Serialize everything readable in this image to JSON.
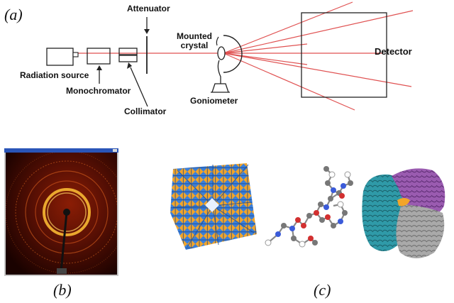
{
  "panels": {
    "a": "(a)",
    "b": "(b)",
    "c": "(c)"
  },
  "labels": {
    "attenuator": "Attenuator",
    "mounted_crystal": "Mounted\ncrystal",
    "detector": "Detector",
    "radiation_source": "Radiation source",
    "monochromator": "Monochromator",
    "collimator": "Collimator",
    "goniometer": "Goniometer"
  },
  "colors": {
    "beam": "#e05252",
    "line": "#222222",
    "pattern_bg": "#2a0500",
    "ring": "#f0b030",
    "mof_blue": "#3b7fd9",
    "mof_orange": "#f2a52a",
    "protein_teal": "#2f9aa8",
    "protein_purple": "#9a5bb0",
    "protein_gray": "#9a9a9a"
  },
  "icons": {
    "monitor_window": "window-frame-icon",
    "molecule": "ball-and-stick-molecule-icon"
  }
}
